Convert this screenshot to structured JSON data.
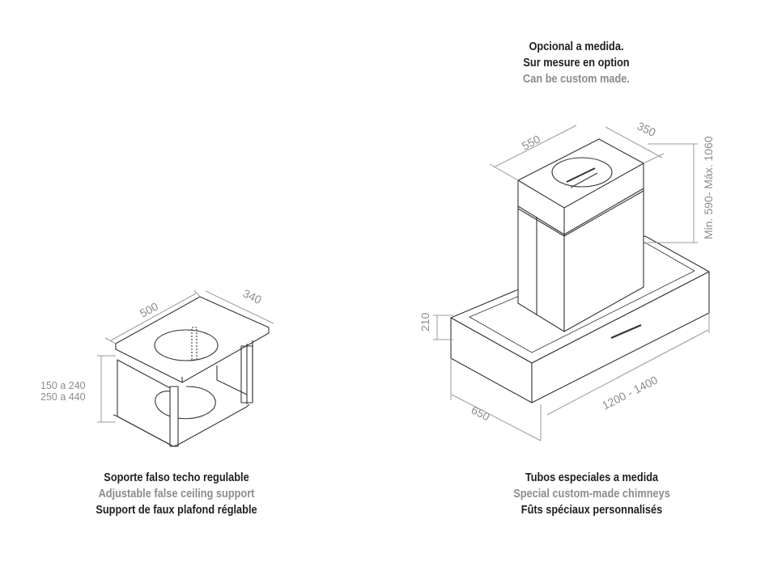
{
  "top_note": {
    "line1": "Opcional a medida.",
    "line2": "Sur mesure en option",
    "line3": "Can be custom made."
  },
  "left_caption": {
    "line1": "Soporte falso techo regulable",
    "line2": "Adjustable false ceiling support",
    "line3": "Support de faux plafond réglable"
  },
  "right_caption": {
    "line1": "Tubos especiales a medida",
    "line2": "Special custom-made chimneys",
    "line3": "Fûts spéciaux personnalisés"
  },
  "support_dims": {
    "width": "500",
    "depth": "340",
    "height_a": "150 a 240",
    "height_b": "250 a 440"
  },
  "hood_dims": {
    "chimney_width": "550",
    "chimney_depth": "350",
    "chimney_height": "Min. 590- Máx. 1060",
    "canopy_height": "210",
    "canopy_depth": "650",
    "canopy_width": "1200 - 1400"
  },
  "colors": {
    "line": "#333333",
    "dimension": "#8c8c8c",
    "text_dark": "#1f1f1f",
    "text_grey": "#8c8c8c"
  }
}
